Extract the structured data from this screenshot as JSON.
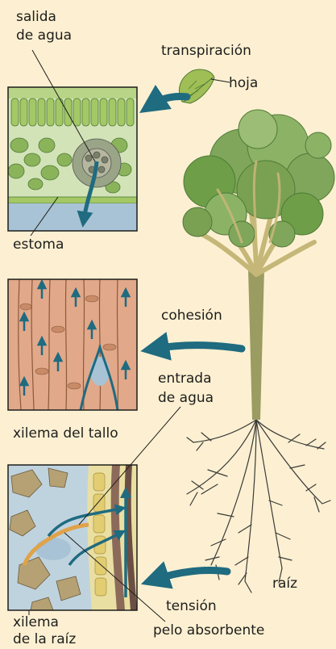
{
  "labels": {
    "salida_line1": "salida",
    "salida_line2": "de agua",
    "transpiracion": "transpiración",
    "hoja": "hoja",
    "estoma": "estoma",
    "cohesion": "cohesión",
    "entrada_line1": "entrada",
    "entrada_line2": "de agua",
    "xilema_tallo": "xilema del tallo",
    "raiz": "raíz",
    "tension": "tensión",
    "xilema_raiz_line1": "xilema",
    "xilema_raiz_line2": "de la raíz",
    "pelo_absorbente": "pelo absorbente"
  },
  "colors": {
    "background": "#fdf0d2",
    "arrow": "#1f6b80",
    "leaf_green": "#6e9e47",
    "trunk": "#9a9c62",
    "xylem_wall": "#e1a88a",
    "soil_water": "#a7c3d5"
  }
}
